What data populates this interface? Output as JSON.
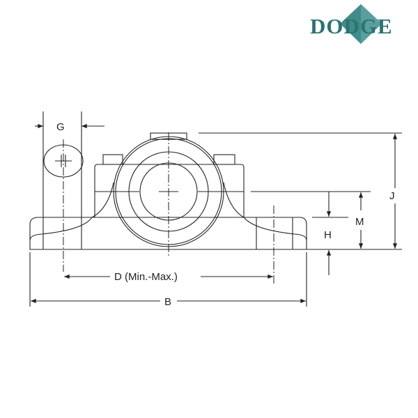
{
  "logo": {
    "text": "DODGE",
    "color": "#2c7373",
    "diamond_color": "#3f8c8a"
  },
  "dimensions": {
    "G": "G",
    "J": "J",
    "M": "M",
    "H": "H",
    "D": "D (Min.-Max.)",
    "B": "B"
  }
}
